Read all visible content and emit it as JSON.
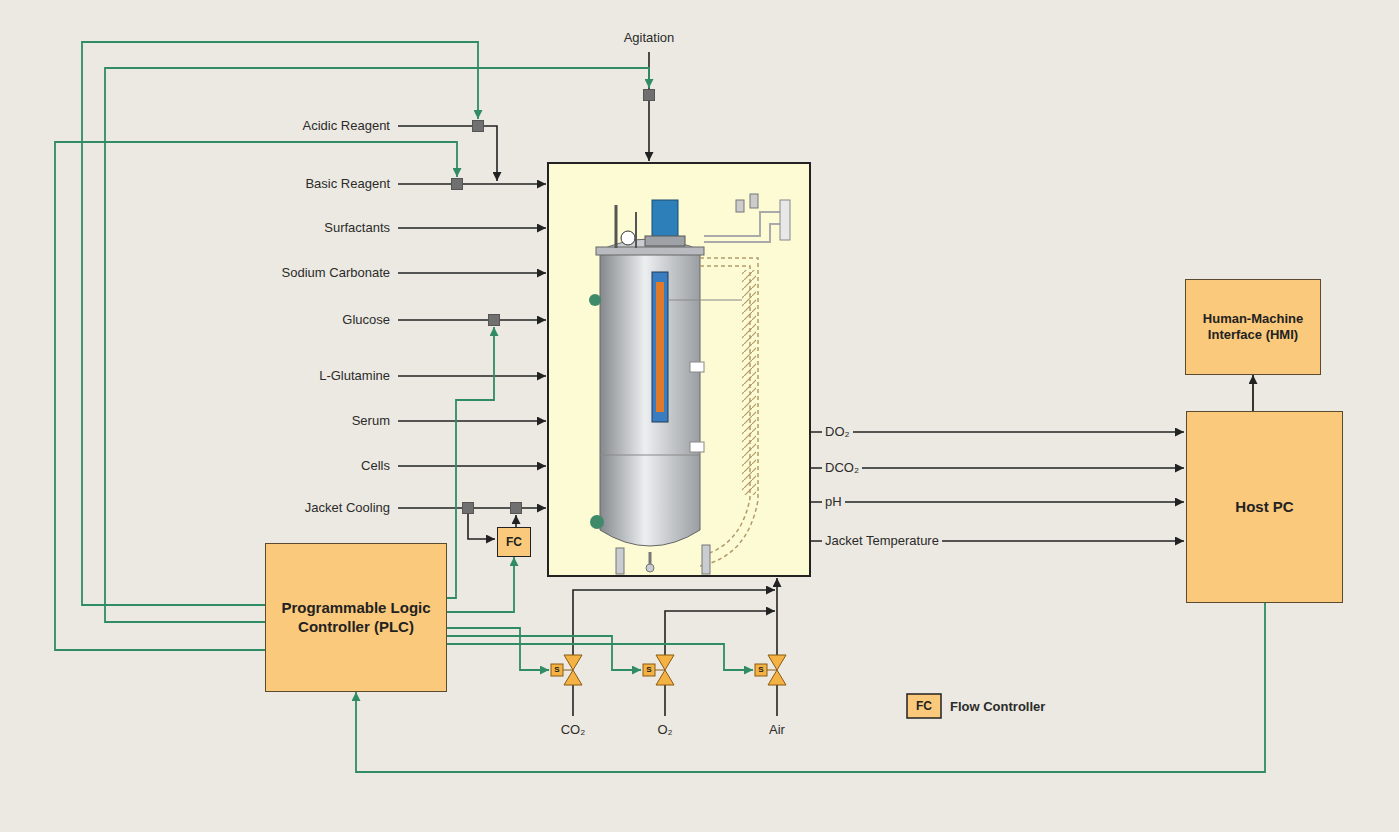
{
  "diagram": {
    "nodes": [
      {
        "text": [
          "Programmable Logic Controller (PLC)"
        ]
      },
      {
        "text": [
          "FC"
        ]
      },
      {
        "text": [
          "Host PC"
        ]
      },
      {
        "text": [
          "Human-Machine Interface (HMI)"
        ]
      }
    ],
    "edges": [
      {
        "from": 0,
        "to": 1,
        "arrow": "to"
      },
      {
        "from": 2,
        "to": 3,
        "arrow": "to"
      },
      {
        "from": 2,
        "to": 0,
        "arrow": "to"
      }
    ],
    "labels": [
      "Agitation",
      "Acidic Reagent",
      "Basic Reagent",
      "Surfactants",
      "Sodium Carbonate",
      "Glucose",
      "L-Glutamine",
      "Serum",
      "Cells",
      "Jacket Cooling",
      "DO₂",
      "DCO₂",
      "pH",
      "Jacket Temperature",
      "CO₂",
      "O₂",
      "Air",
      "S",
      "S",
      "S",
      "FC"
    ],
    "legend": [
      {
        "text": "Flow Controller"
      }
    ]
  }
}
